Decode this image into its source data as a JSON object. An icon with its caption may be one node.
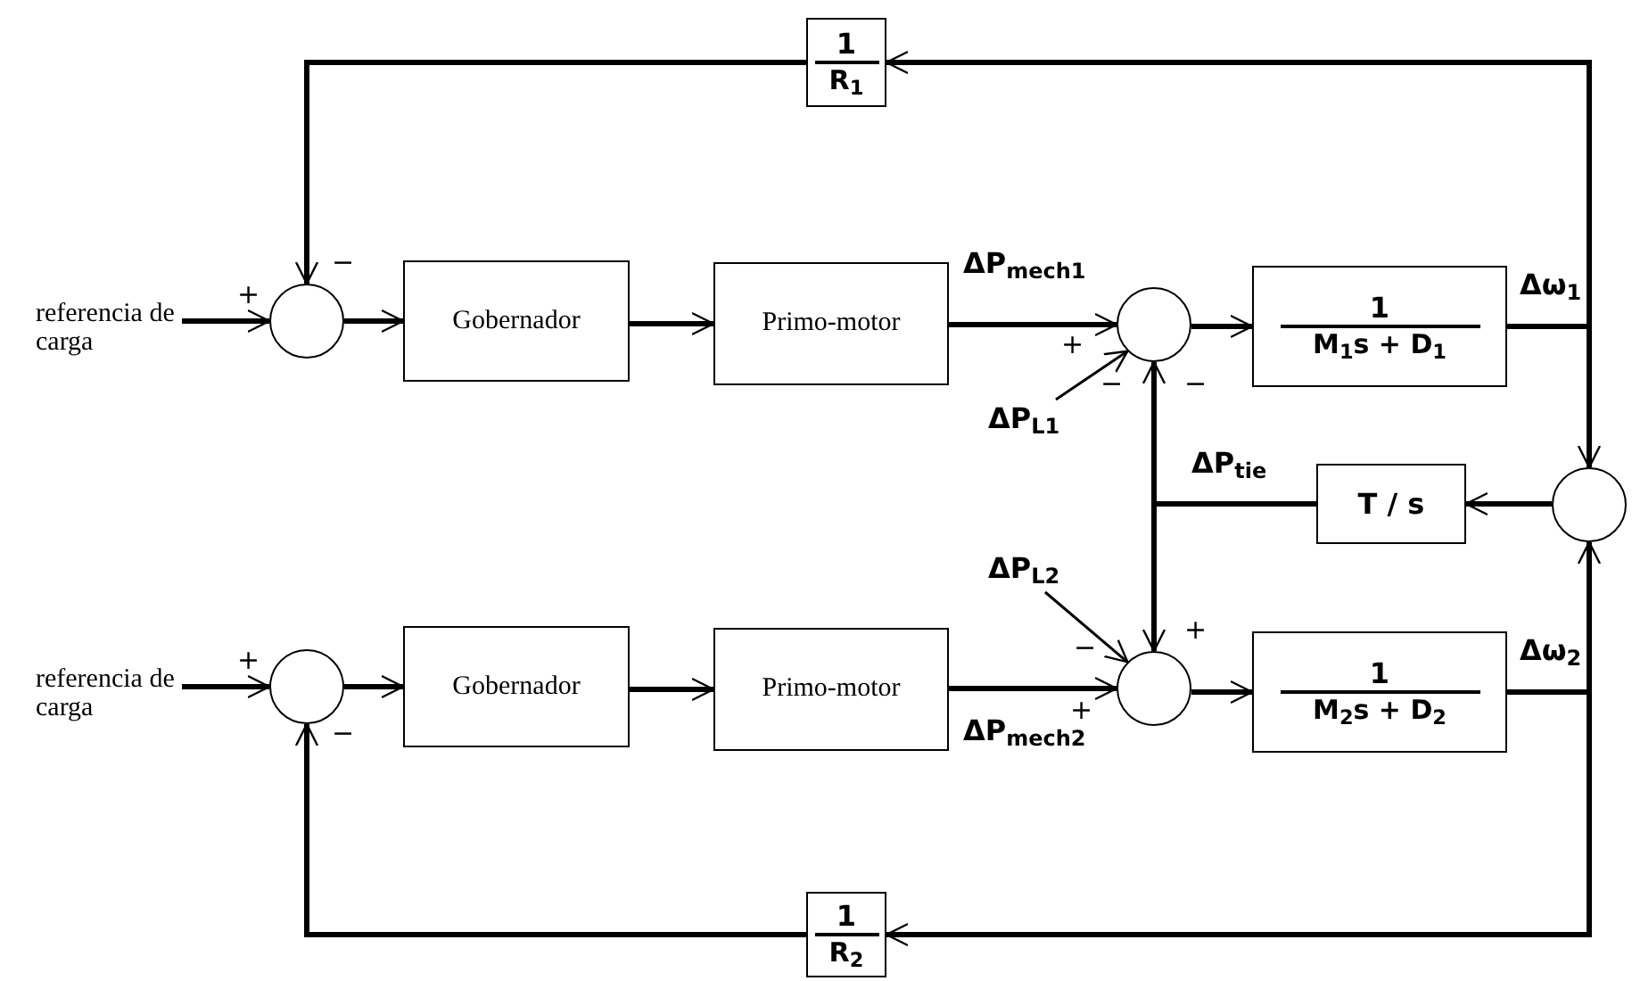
{
  "diagram": {
    "nodes": [
      {
        "text": [
          "referencia de carga"
        ]
      },
      {
        "text": [],
        "shape": "circle"
      },
      {
        "text": [
          "Gobernador"
        ]
      },
      {
        "text": [
          "Primo-motor"
        ]
      },
      {
        "text": [],
        "shape": "circle"
      },
      {
        "text": [
          "1",
          "M$_{1}$s + D$_{1}$"
        ]
      },
      {
        "text": [
          "1",
          "R$_{1}$"
        ]
      },
      {
        "text": [
          "ΔP$_{L1}$"
        ]
      },
      {
        "text": [],
        "shape": "circle"
      },
      {
        "text": [
          "T / s"
        ]
      },
      {
        "text": [
          "referencia de carga"
        ]
      },
      {
        "text": [],
        "shape": "circle"
      },
      {
        "text": [
          "Gobernador"
        ]
      },
      {
        "text": [
          "Primo-motor"
        ]
      },
      {
        "text": [],
        "shape": "circle"
      },
      {
        "text": [
          "1",
          "M$_{2}$s + D$_{2}$"
        ]
      },
      {
        "text": [
          "1",
          "R$_{2}$"
        ]
      },
      {
        "text": [
          "ΔP$_{L2}$"
        ]
      }
    ],
    "edges": [
      {
        "from": 0,
        "to": 1,
        "arrow": "to"
      },
      {
        "from": 1,
        "to": 2,
        "arrow": "to"
      },
      {
        "from": 2,
        "to": 3,
        "arrow": "to"
      },
      {
        "from": 3,
        "to": 4,
        "arrow": "to",
        "label": "ΔP$_{mech1}$"
      },
      {
        "from": 4,
        "to": 5,
        "arrow": "to"
      },
      {
        "from": 5,
        "to": 6,
        "arrow": "to"
      },
      {
        "from": 5,
        "to": 8,
        "arrow": "to"
      },
      {
        "from": 6,
        "to": 1,
        "arrow": "to"
      },
      {
        "from": 7,
        "to": 4,
        "arrow": "to"
      },
      {
        "from": 8,
        "to": 9,
        "arrow": "to"
      },
      {
        "from": 9,
        "to": 4,
        "arrow": "to"
      },
      {
        "from": 9,
        "to": 14,
        "arrow": "to"
      },
      {
        "from": 10,
        "to": 11,
        "arrow": "to"
      },
      {
        "from": 11,
        "to": 12,
        "arrow": "to"
      },
      {
        "from": 12,
        "to": 13,
        "arrow": "to"
      },
      {
        "from": 13,
        "to": 14,
        "arrow": "to",
        "label": "ΔP$_{mech2}$"
      },
      {
        "from": 14,
        "to": 15,
        "arrow": "to"
      },
      {
        "from": 15,
        "to": 16,
        "arrow": "to"
      },
      {
        "from": 15,
        "to": 8,
        "arrow": "to"
      },
      {
        "from": 16,
        "to": 11,
        "arrow": "to"
      },
      {
        "from": 17,
        "to": 14,
        "arrow": "to"
      }
    ],
    "labels": [
      "+",
      "−",
      "+",
      "−",
      "−",
      "Δω$_{1}$",
      "ΔP$_{tie}$",
      "+",
      "−",
      "−",
      "+",
      "+",
      "Δω$_{2}$"
    ]
  }
}
